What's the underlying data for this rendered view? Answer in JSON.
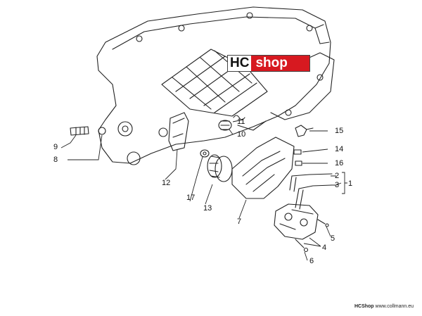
{
  "logo": {
    "part1": "HC",
    "part2": "shop",
    "colors": {
      "red": "#d71920",
      "dark": "#111111"
    }
  },
  "footer": {
    "brand": "HCShop",
    "site": "www.collmann.eu"
  },
  "callouts": {
    "c1": "1",
    "c2": "2",
    "c3": "3",
    "c4": "4",
    "c5": "5",
    "c6": "6",
    "c7": "7",
    "c8": "8",
    "c9": "9",
    "c10": "10",
    "c11": "11",
    "c12": "12",
    "c13": "13",
    "c14": "14",
    "c15": "15",
    "c16": "16",
    "c17": "17"
  }
}
